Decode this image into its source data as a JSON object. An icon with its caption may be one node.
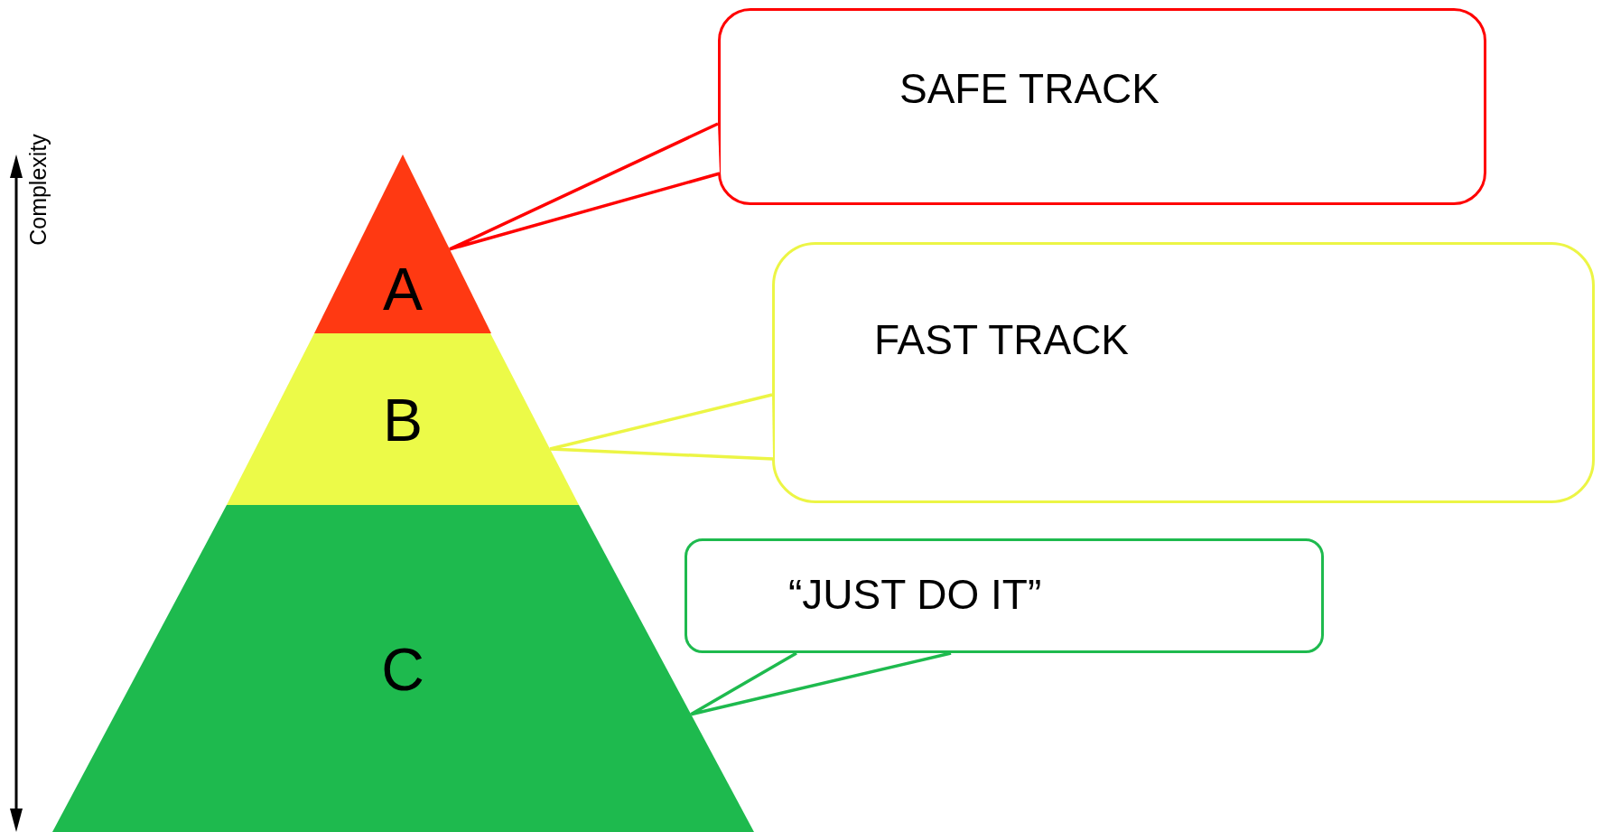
{
  "diagram": {
    "nodes": [
      {
        "text": [
          "A"
        ]
      },
      {
        "text": [
          "B"
        ]
      },
      {
        "text": [
          "C"
        ]
      },
      {
        "text": [
          "SAFE TRACK"
        ]
      },
      {
        "text": [
          "FAST TRACK"
        ]
      },
      {
        "text": [
          "“JUST DO IT”"
        ]
      }
    ],
    "edges": [
      {
        "from": 3,
        "to": 0,
        "arrow": "none",
        "color": "#ff0000"
      },
      {
        "from": 4,
        "to": 1,
        "arrow": "none",
        "color": "#ecf545"
      },
      {
        "from": 5,
        "to": 2,
        "arrow": "none",
        "color": "#1eba4e"
      }
    ],
    "labels": [
      "Complexity"
    ]
  }
}
